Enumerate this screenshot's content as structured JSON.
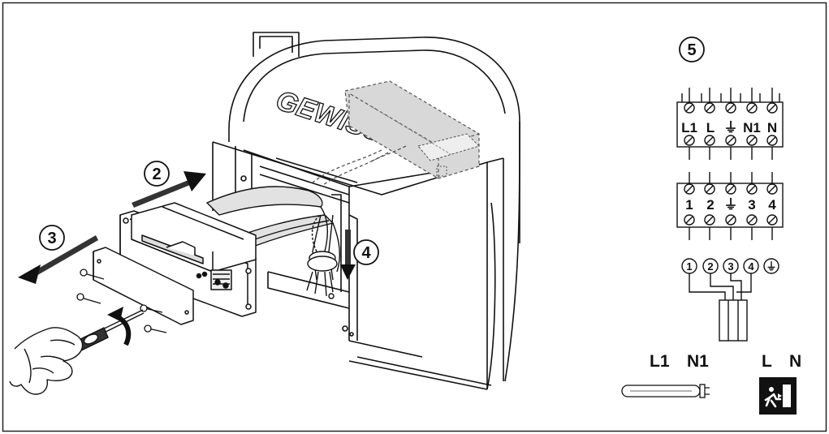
{
  "brand_text": "GEWISS",
  "steps": {
    "two": "2",
    "three": "3",
    "four": "4",
    "five": "5"
  },
  "terminal_block_top": {
    "labels": [
      "L1",
      "L",
      "⏚",
      "N1",
      "N"
    ]
  },
  "terminal_block_middle": {
    "labels": [
      "1",
      "2",
      "⏚",
      "3",
      "4"
    ]
  },
  "connector_circles": {
    "labels": [
      "1",
      "2",
      "3",
      "4",
      "⏚"
    ]
  },
  "supply_labels": {
    "l1": "L1",
    "n1": "N1",
    "l": "L",
    "n": "N"
  },
  "icons": [
    "fluorescent-tube-icon",
    "emergency-exit-icon"
  ]
}
